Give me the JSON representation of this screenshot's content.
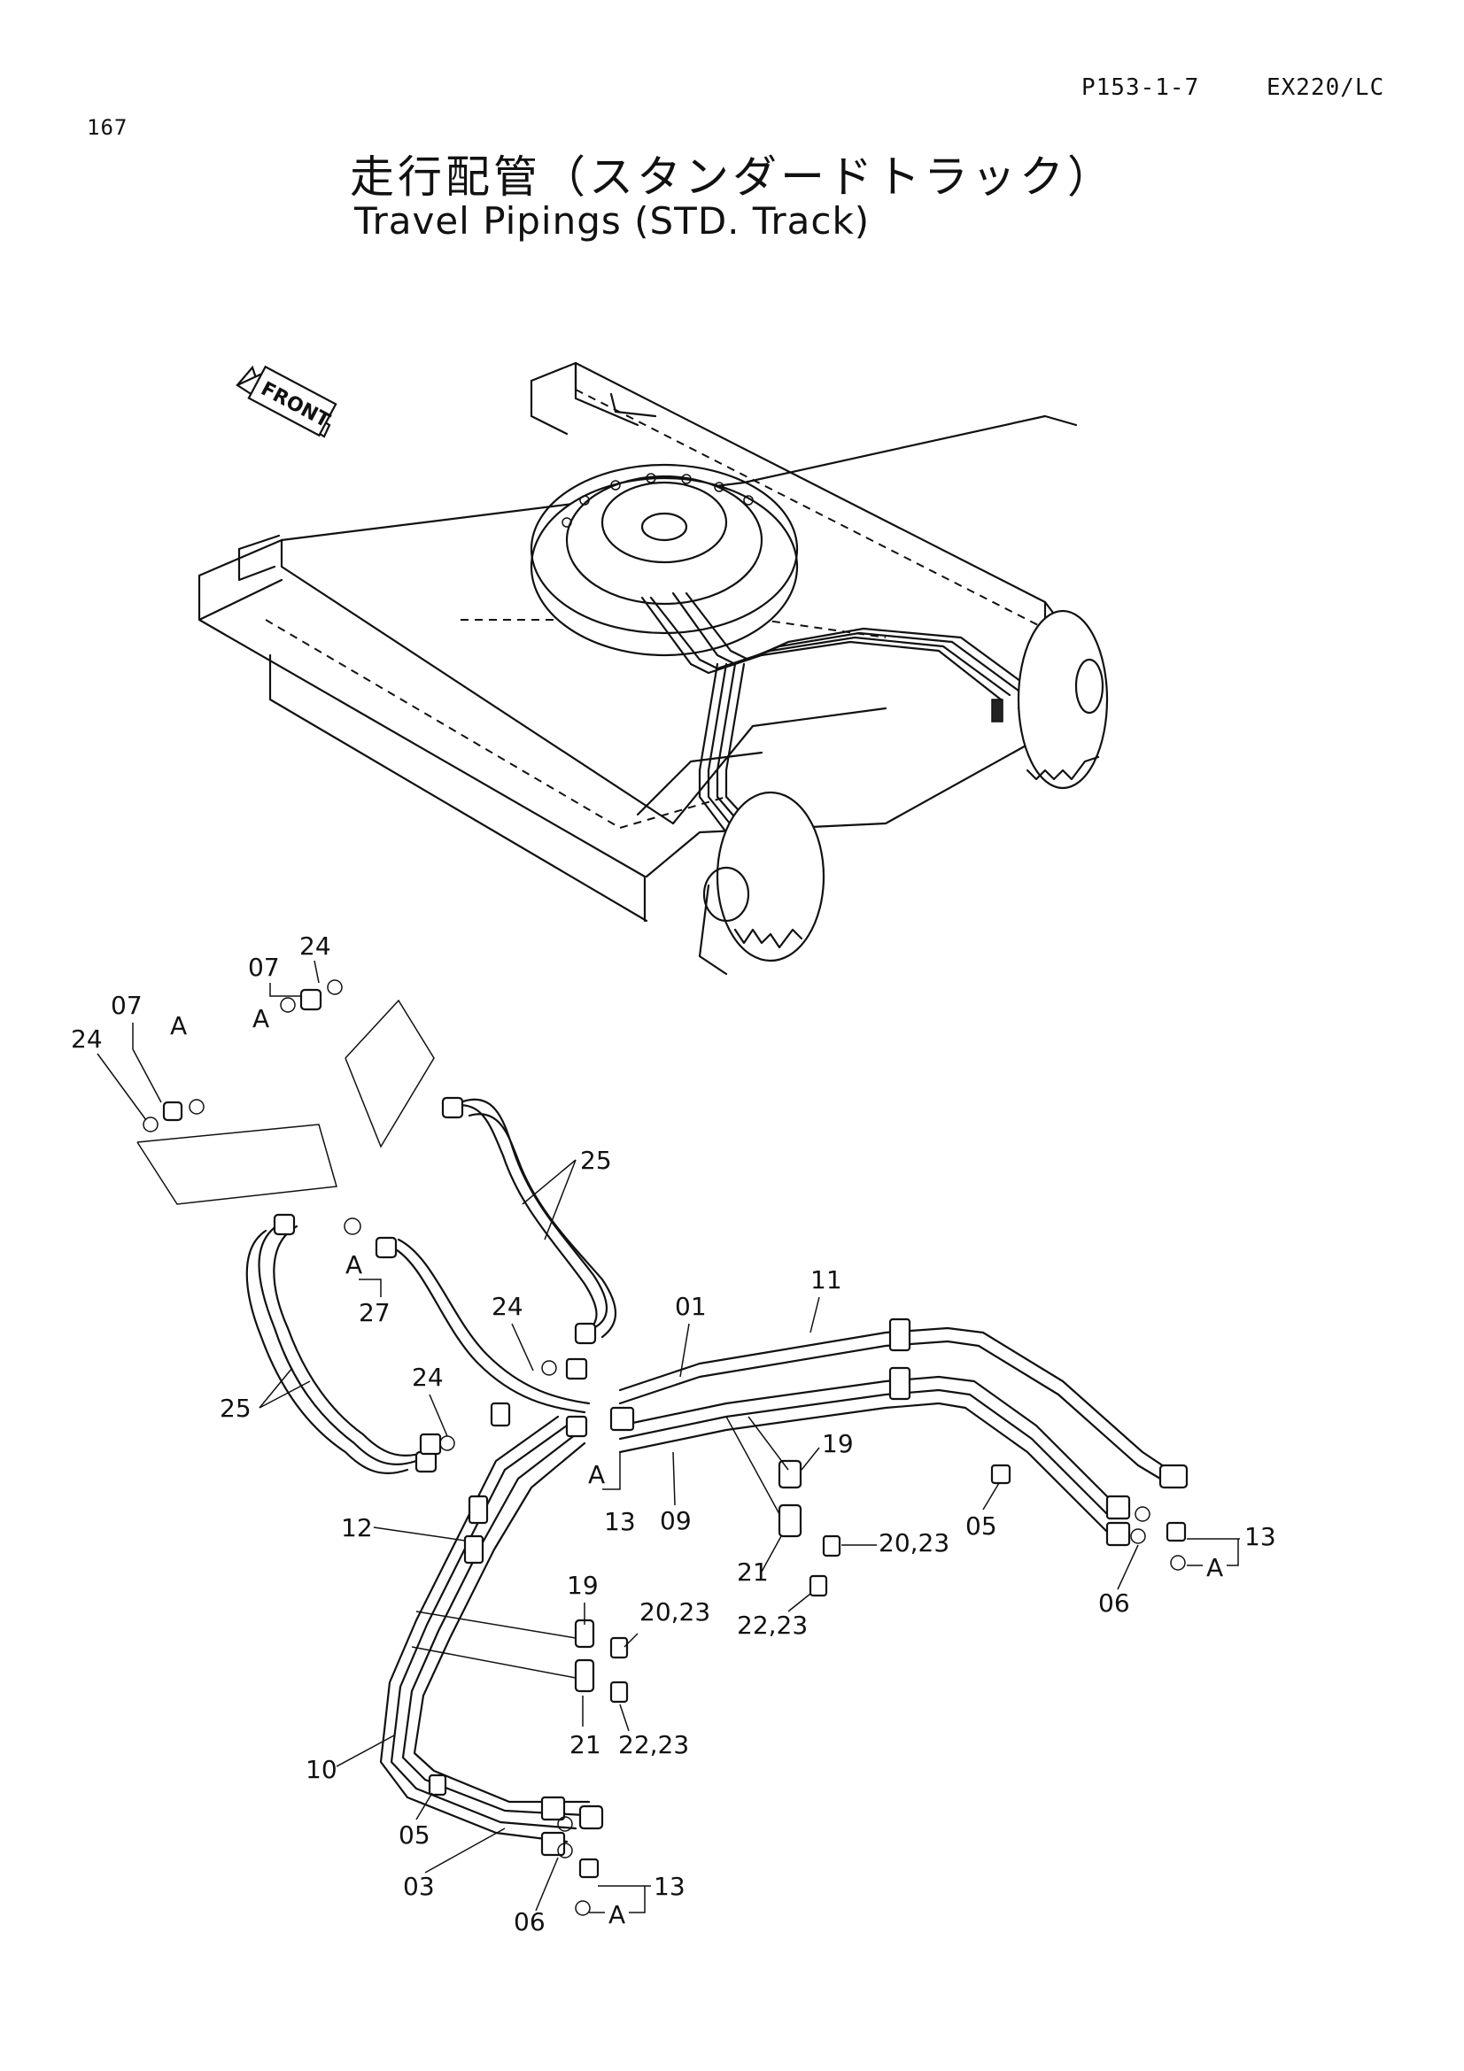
{
  "page": {
    "number": "167",
    "part_code": "P153-1-7",
    "model": "EX220/LC"
  },
  "title": {
    "japanese": "走行配管（スタンダードトラック）",
    "english": "Travel Pipings (STD. Track)"
  },
  "direction_marker": "FRONT",
  "callouts": {
    "c07_top": "07",
    "c24_top": "24",
    "cA_top": "A",
    "c07_left": "07",
    "cA_left": "A",
    "c24_left": "24",
    "c25_right": "25",
    "cA_mid": "A",
    "c27": "27",
    "c24_mid": "24",
    "c25_left": "25",
    "c24_mid2": "24",
    "c01": "01",
    "c11": "11",
    "cA_low": "A",
    "c13_low": "13",
    "c09": "09",
    "c19_right": "19",
    "c20_23_right": "20,23",
    "c21_right": "21",
    "c22_23_right": "22,23",
    "c05_right": "05",
    "c06_right": "06",
    "c13_right": "13",
    "cA_right": "A",
    "c12": "12",
    "c19_left": "19",
    "c20_23_left": "20,23",
    "c21_left": "21",
    "c22_23_left": "22,23",
    "c10": "10",
    "c05_left": "05",
    "c03": "03",
    "c06_left": "06",
    "c13_bottom": "13",
    "cA_bottom": "A"
  }
}
